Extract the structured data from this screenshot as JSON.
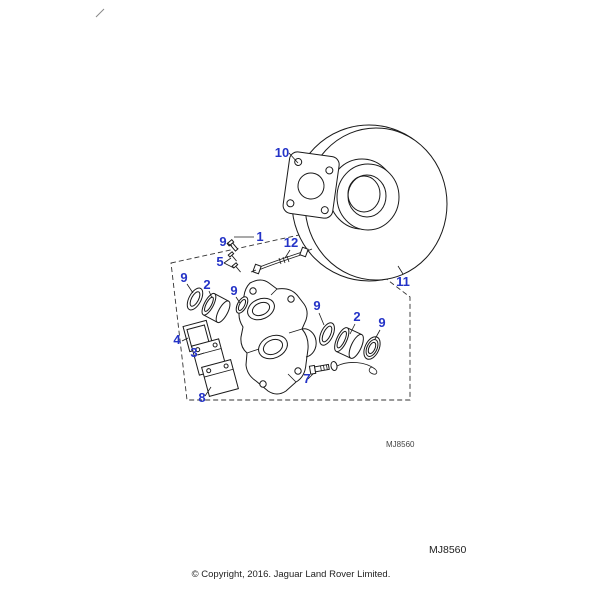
{
  "diagram": {
    "inline_code": "MJ8560",
    "footer_code": "MJ8560",
    "copyright": "© Copyright, 2016. Jaguar Land Rover Limited.",
    "colors": {
      "callout": "#2433c7",
      "line": "#1a1a1a",
      "background": "#ffffff"
    },
    "callouts": [
      {
        "label": "10"
      },
      {
        "label": "1"
      },
      {
        "label": "9"
      },
      {
        "label": "5"
      },
      {
        "label": "12"
      },
      {
        "label": "9"
      },
      {
        "label": "2"
      },
      {
        "label": "9"
      },
      {
        "label": "11"
      },
      {
        "label": "9"
      },
      {
        "label": "2"
      },
      {
        "label": "9"
      },
      {
        "label": "4"
      },
      {
        "label": "3"
      },
      {
        "label": "7"
      },
      {
        "label": "8"
      }
    ]
  }
}
